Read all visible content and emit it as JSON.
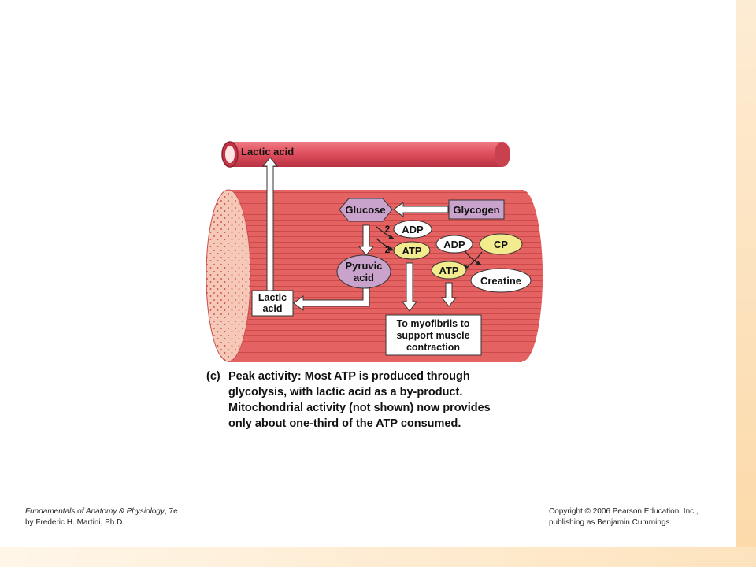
{
  "diagram": {
    "vessel_label": "Lactic acid",
    "nodes": {
      "glucose": "Glucose",
      "glycogen": "Glycogen",
      "adp_glycolysis": "ADP",
      "atp_glycolysis": "ATP",
      "count_adp": "2",
      "count_atp": "2",
      "pyruvic_line1": "Pyruvic",
      "pyruvic_line2": "acid",
      "lactic_line1": "Lactic",
      "lactic_line2": "acid",
      "adp_cp": "ADP",
      "cp": "CP",
      "atp_cp": "ATP",
      "creatine": "Creatine",
      "myofibrils_line1": "To myofibrils to",
      "myofibrils_line2": "support muscle",
      "myofibrils_line3": "contraction"
    },
    "colors": {
      "muscle": "#e35c5c",
      "vessel": "#e0505e",
      "glucose_fill": "#c9a3cc",
      "atp_fill": "#f3ec8f",
      "cp_fill": "#f3ec8f",
      "pyruvic_fill": "#c9a3cc"
    }
  },
  "caption": {
    "tag": "(c)",
    "bold_lead": "Peak activity:",
    "line1_rest": " Most ATP is produced through",
    "line2": "glycolysis, with lactic acid as a by-product.",
    "line3": "Mitochondrial activity (not shown) now provides",
    "line4": "only about one-third of the ATP consumed."
  },
  "footer": {
    "book_title": "Fundamentals of Anatomy & Physiology",
    "edition": ", 7e",
    "author": "by Frederic H. Martini, Ph.D.",
    "copyright_line1": "Copyright © 2006 Pearson Education, Inc.,",
    "copyright_line2": "publishing as Benjamin Cummings."
  }
}
